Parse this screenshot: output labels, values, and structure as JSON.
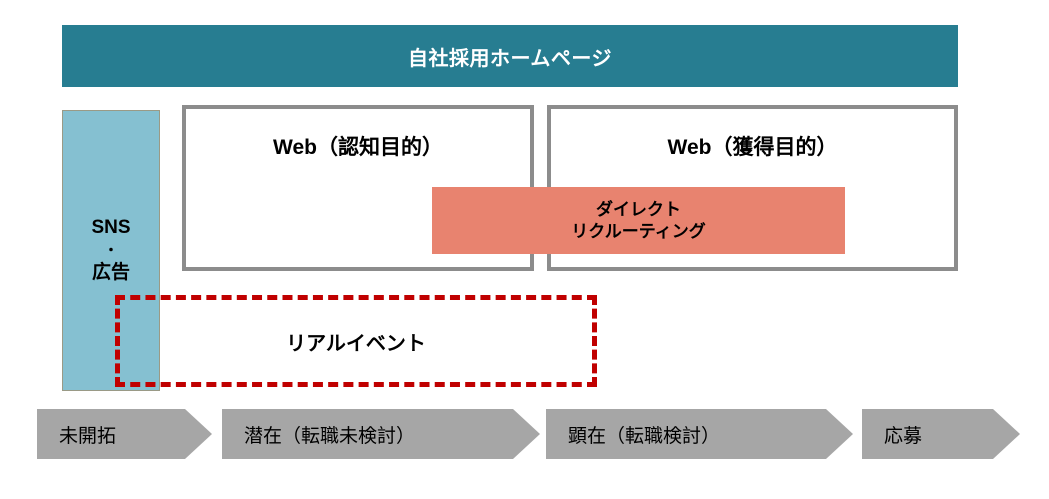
{
  "diagram": {
    "header": {
      "label": "自社採用ホームページ",
      "background_color": "#277D91",
      "text_color": "#FFFFFF"
    },
    "sns_block": {
      "line1": "SNS",
      "line2": "・",
      "line3": "広告",
      "background_color": "#85C0D1"
    },
    "web_boxes": [
      {
        "id": "web-awareness",
        "label": "Web（認知目的）",
        "border_color": "#8C8C8C",
        "background_color": "#FFFFFF"
      },
      {
        "id": "web-acquisition",
        "label": "Web（獲得目的）",
        "border_color": "#8C8C8C",
        "background_color": "#FFFFFF"
      }
    ],
    "direct_band": {
      "line1": "ダイレクト",
      "line2": "リクルーティング",
      "background_color": "#E8836F"
    },
    "event_box": {
      "label": "リアルイベント",
      "border_color": "#C00000",
      "border_style": "dashed"
    },
    "funnel": {
      "background_color": "#A6A6A6",
      "stages": [
        {
          "label": "未開拓"
        },
        {
          "label": "潜在（転職未検討）"
        },
        {
          "label": "顕在（転職検討）"
        },
        {
          "label": "応募"
        }
      ]
    }
  }
}
